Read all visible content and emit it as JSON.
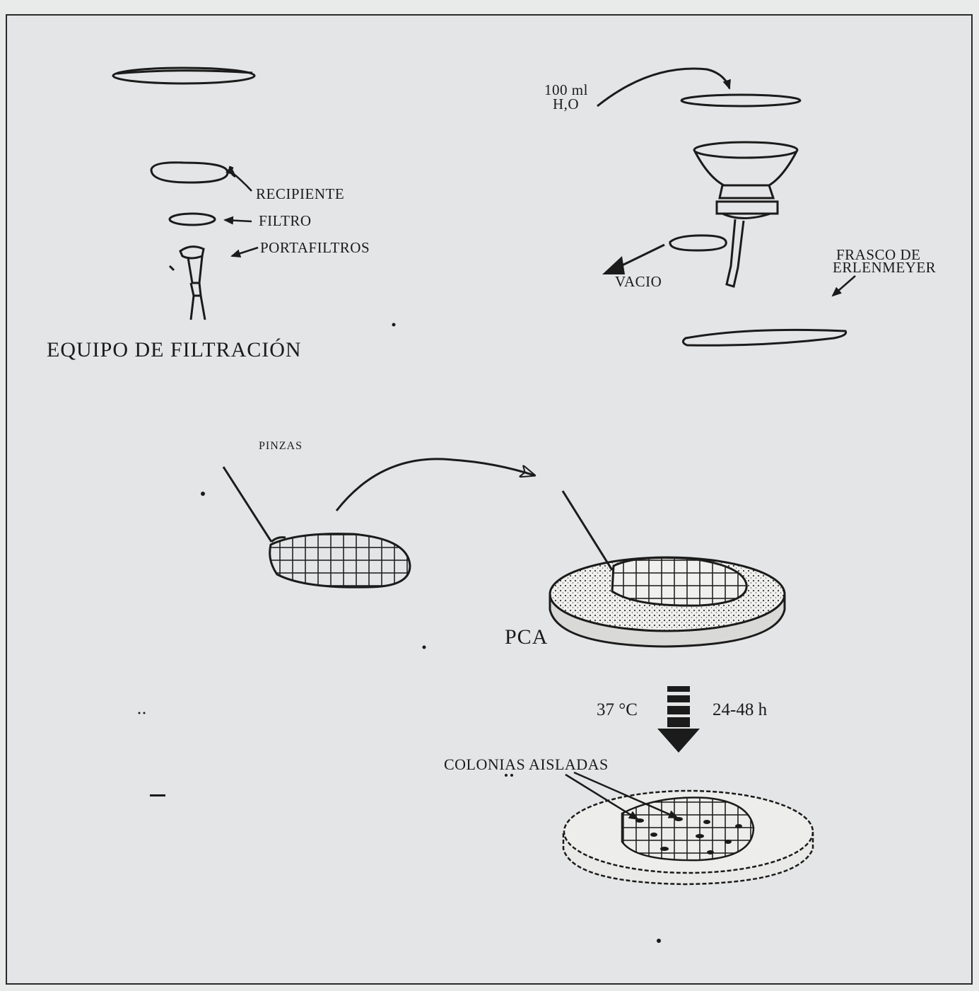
{
  "labels": {
    "recipiente": "RECIPIENTE",
    "filtro": "FILTRO",
    "portafiltros": "PORTAFILTROS",
    "equipo": "EQUIPO DE FILTRACIÓN",
    "water_volume": "100 ml",
    "water_formula": "H,O",
    "vacio": "VACIO",
    "frasco_line1": "FRASCO DE",
    "frasco_line2": "ERLENMEYER",
    "pinzas": "PINZAS",
    "pca": "PCA",
    "temperature": "37 °C",
    "time": "24-48 h",
    "colonias": "COLONIAS AISLADAS"
  },
  "colors": {
    "paper": "#e4e5e6",
    "ink": "#1b1b1b",
    "bleed_text": "#c4c6c8"
  }
}
